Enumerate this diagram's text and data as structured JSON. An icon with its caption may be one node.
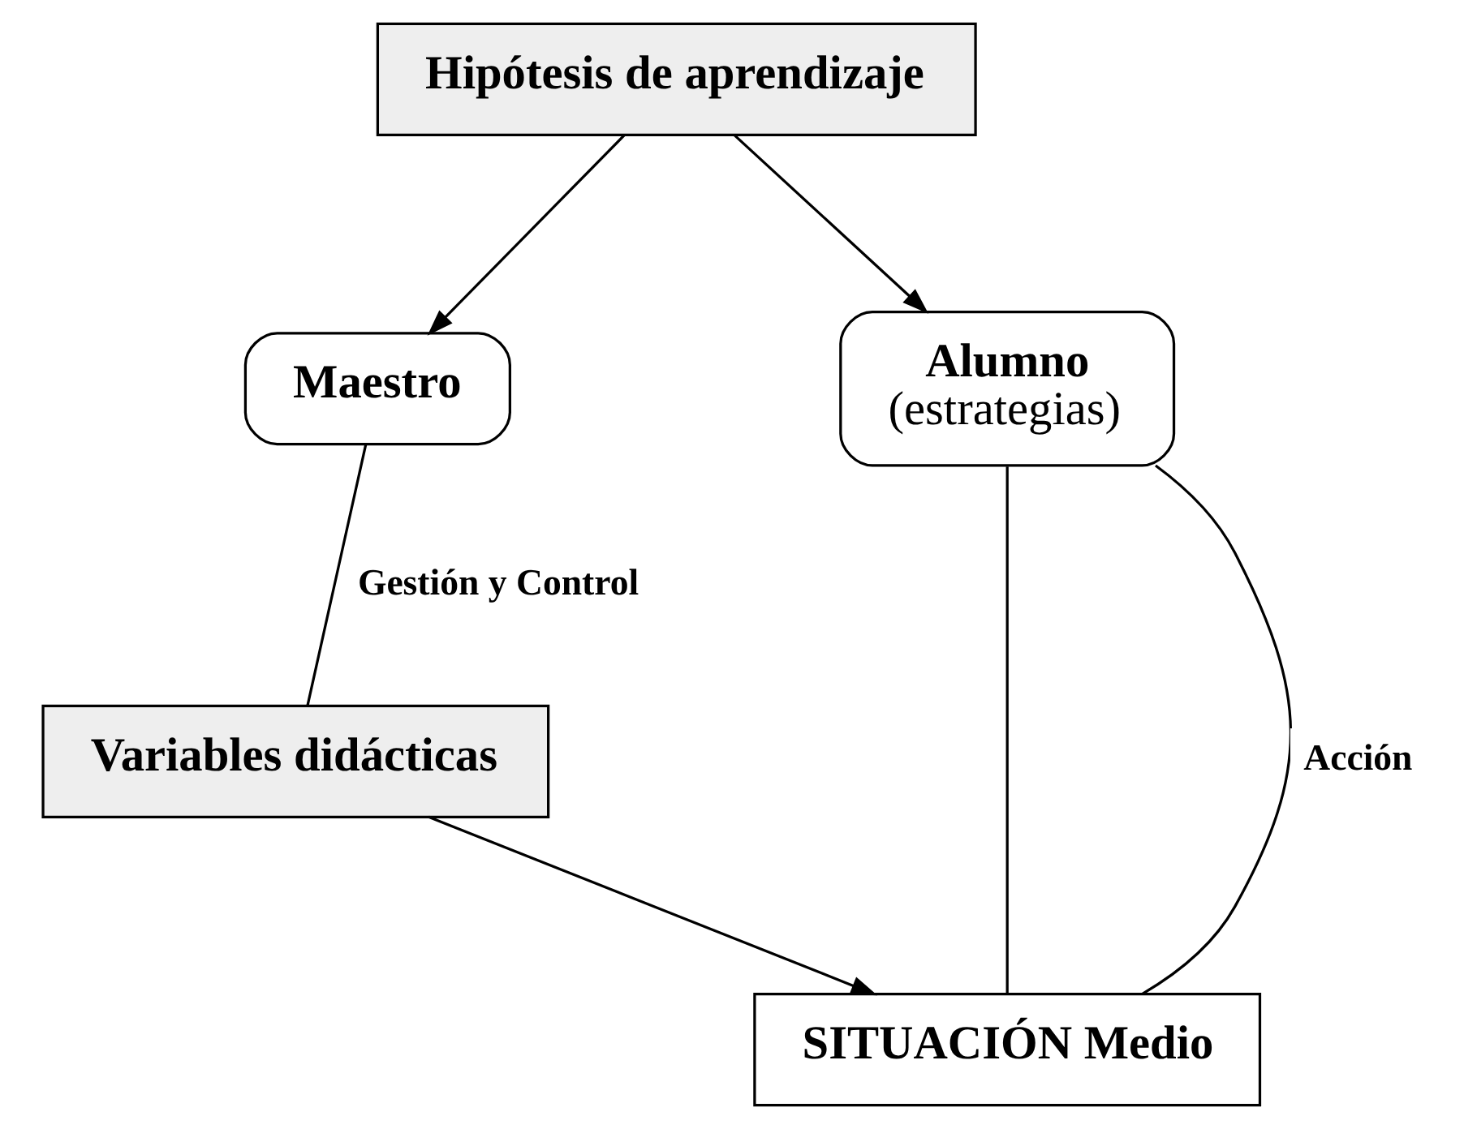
{
  "diagram": {
    "nodes": [
      {
        "text": [
          "Hipótesis de aprendizaje"
        ]
      },
      {
        "text": [
          "Maestro"
        ]
      },
      {
        "text": [
          "Alumno",
          "(estrategias)"
        ]
      },
      {
        "text": [
          "SITUACIÓN Medio"
        ]
      },
      {
        "text": [
          "Variables didácticas"
        ]
      }
    ],
    "edges": [
      {
        "from": 0,
        "to": 1,
        "arrow": "to"
      },
      {
        "from": 0,
        "to": 2,
        "arrow": "to"
      },
      {
        "from": 3,
        "to": 2,
        "arrow": "none",
        "label": "Acción"
      },
      {
        "from": 2,
        "to": 3,
        "arrow": "none"
      },
      {
        "from": 1,
        "to": 4,
        "arrow": "none",
        "label": "Gestión y Control"
      },
      {
        "from": 4,
        "to": 3,
        "arrow": "to"
      }
    ]
  }
}
